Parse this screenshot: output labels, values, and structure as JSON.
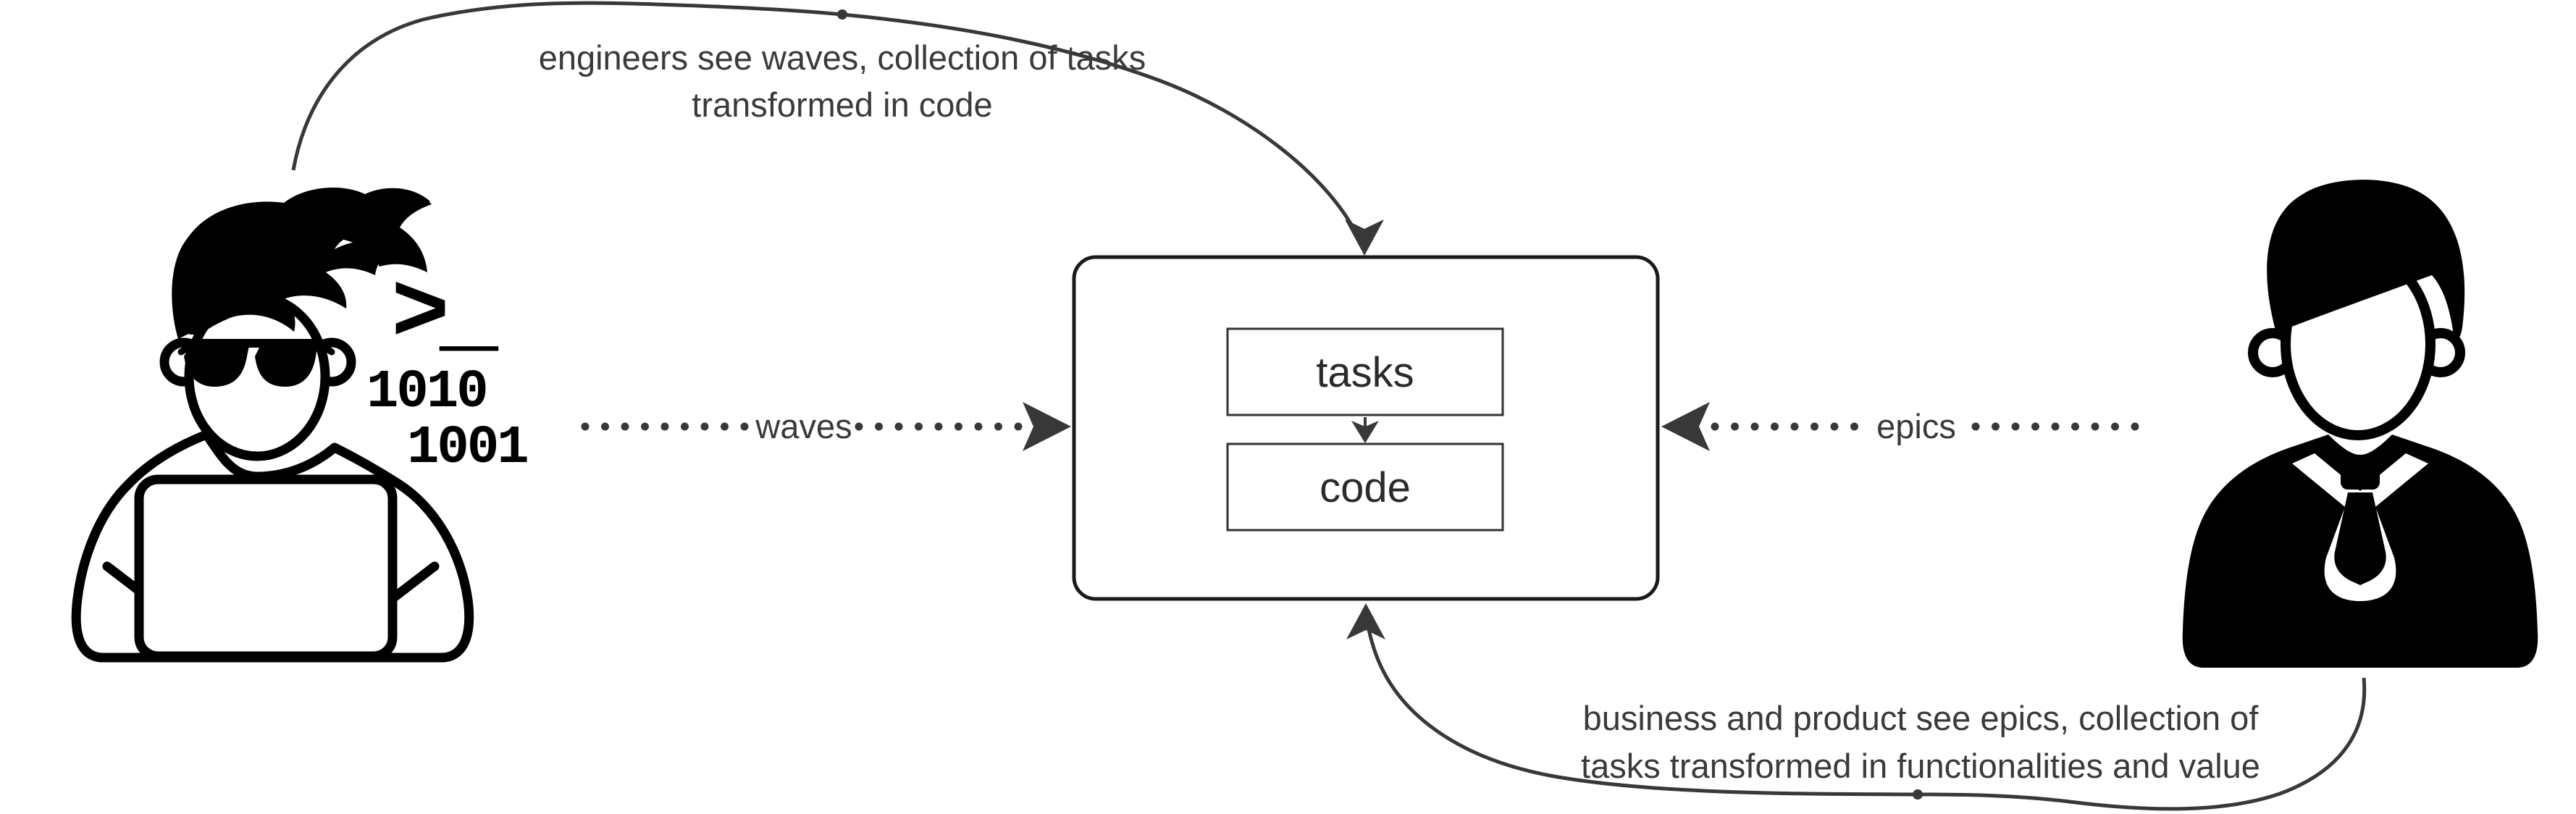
{
  "colors": {
    "background": "#ffffff",
    "line": "#383838",
    "annotation_text": "#3a3a3a",
    "node_text": "#2b2b2b",
    "outer_box_border": "#1a1a1a",
    "inner_box_border": "#333333",
    "icon": "#000000"
  },
  "annotations": {
    "top": {
      "line1": "engineers see waves, collection of tasks",
      "line2": "transformed in code"
    },
    "bottom": {
      "line1": "business and product see epics, collection of",
      "line2": "tasks transformed in functionalities and value"
    }
  },
  "arrows": {
    "waves_label": "waves",
    "epics_label": "epics"
  },
  "center_box": {
    "rows": [
      "tasks",
      "code"
    ]
  },
  "engineer_icon": {
    "terminal_prompt": ">_",
    "binary_line1": "1010",
    "binary_line2": "1001"
  }
}
